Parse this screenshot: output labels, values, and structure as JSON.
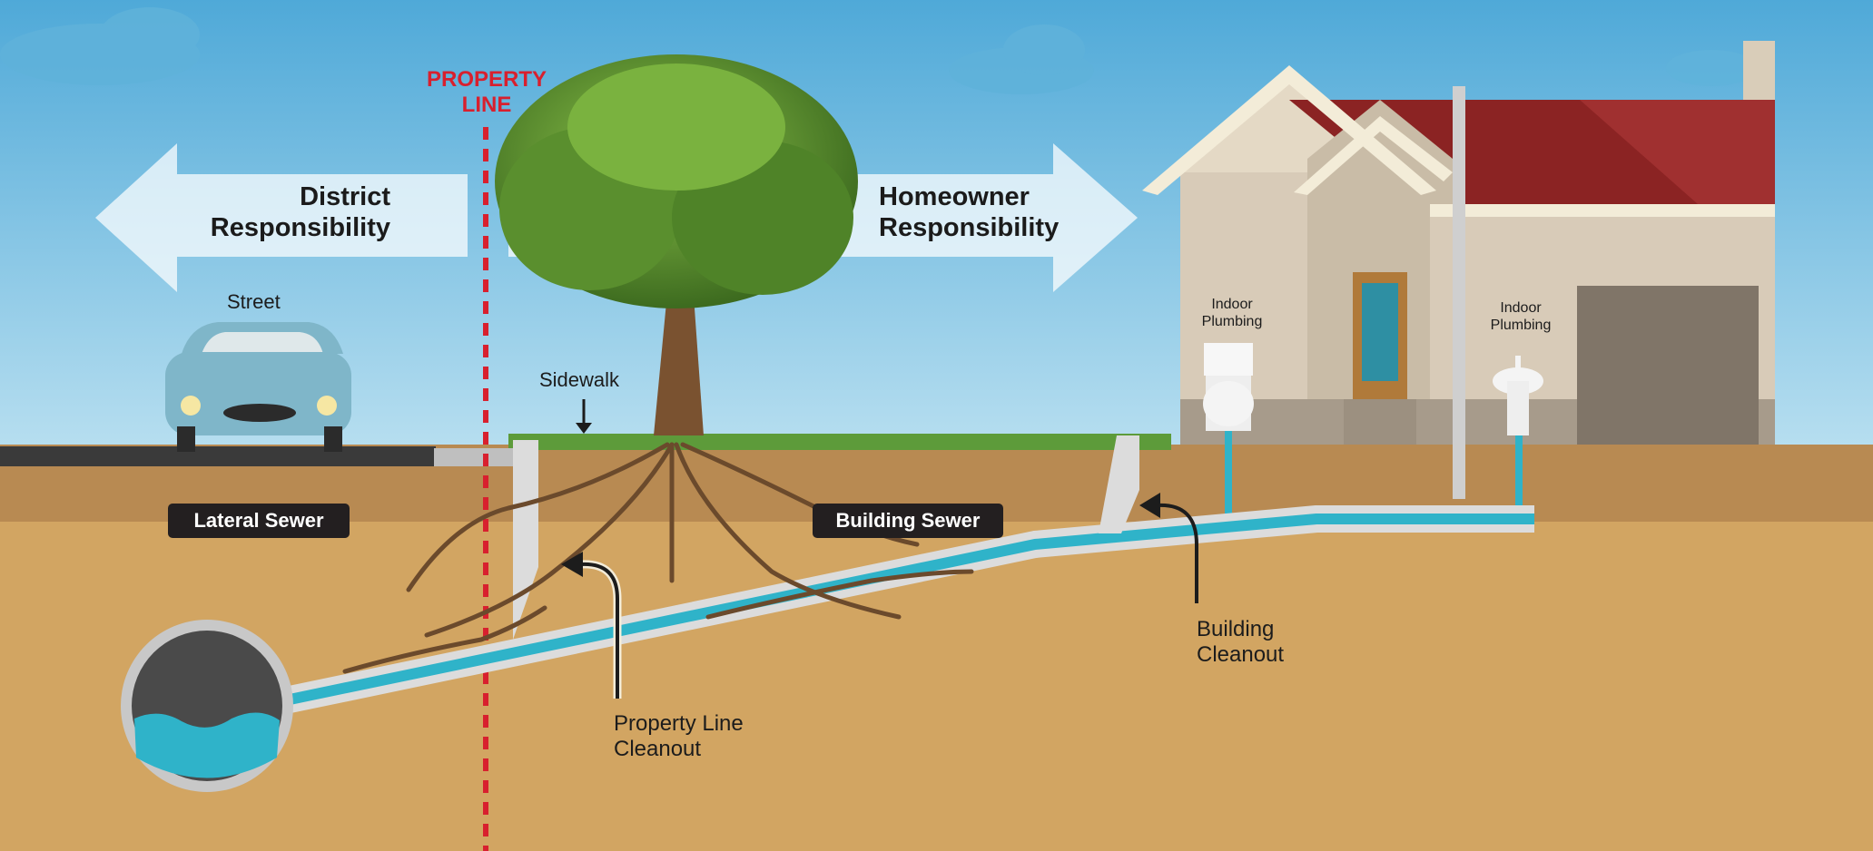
{
  "labels": {
    "property_line": "PROPERTY LINE",
    "district_responsibility": "District Responsibility",
    "homeowner_responsibility": "Homeowner Responsibility",
    "street": "Street",
    "sidewalk": "Sidewalk",
    "lateral_sewer": "Lateral Sewer",
    "building_sewer": "Building Sewer",
    "property_line_cleanout": "Property Line Cleanout",
    "building_cleanout": "Building Cleanout",
    "indoor_plumbing_toilet": "Indoor Plumbing",
    "indoor_plumbing_sink": "Indoor Plumbing"
  },
  "colors": {
    "sky": "#7ec4e6",
    "ground": "#d2a562",
    "topsoil": "#b88a52",
    "water": "#2fb3c9",
    "pipe": "#dcdcdc",
    "property_line": "#d8202e",
    "roof": "#8b2323",
    "house_wall": "#d8cbb8",
    "car": "#7fb6c9",
    "tree_leaves": "#5a8f2e",
    "badge": "#231f20"
  }
}
